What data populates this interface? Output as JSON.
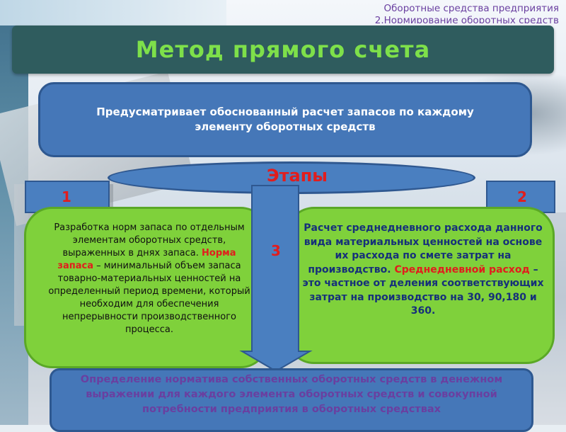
{
  "header": {
    "subtitle_line1": "Оборотные средства предприятия",
    "subtitle_line2": "2.Нормирование оборотных средств",
    "title": "Метод прямого счета"
  },
  "description": "Предусматривает обоснованный расчет запасов по каждому элементу оборотных средств",
  "stages": {
    "label": "Этапы",
    "numbers": [
      "1",
      "2",
      "3"
    ]
  },
  "stage1": {
    "text_a": "Разработка норм запаса по отдельным элементам оборотных средств, выраженных в днях запаса. ",
    "term": "Норма запаса",
    "text_b": " – минимальный объем запаса товарно-материальных ценностей на определенный период времени, который необходим для обеспечения непрерывности производственного процесса."
  },
  "stage2": {
    "text_a": "Расчет среднедневного расхода данного вида материальных ценностей на основе их расхода по смете затрат на производство. ",
    "term": "Среднедневной расход",
    "text_b": " – это частное от деления соответствующих затрат на производство на 30, 90,180 и 360."
  },
  "stage3": {
    "text": "Определение норматива собственных оборотных средств в денежном выражении для каждого элемента оборотных средств и совокупной потребности предприятия в оборотных средствах"
  },
  "colors": {
    "title_bg": "#2f5c5e",
    "title_text": "#7ee04a",
    "box_blue": "#4577b8",
    "box_green": "#7fd13b",
    "accent_red": "#e11d1d",
    "subtitle_purple": "#6a3fa0"
  }
}
